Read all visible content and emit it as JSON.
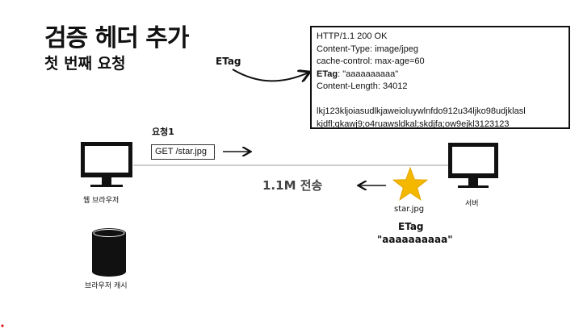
{
  "title": "검증 헤더 추가",
  "subtitle": "첫 번째 요청",
  "response": {
    "lines": [
      {
        "pre": "",
        "bold": "",
        "text": "HTTP/1.1 200 OK"
      },
      {
        "pre": "",
        "bold": "",
        "text": "Content-Type: image/jpeg"
      },
      {
        "pre": "",
        "bold": "",
        "text": "cache-control: max-age=60"
      },
      {
        "pre": "",
        "bold": "ETag",
        "text": ": \"aaaaaaaaaa\""
      },
      {
        "pre": "",
        "bold": "",
        "text": "Content-Length: 34012"
      }
    ],
    "body_lines": [
      "lkj123kljoiasudlkjaweioluywlnfdo912u34ljko98udjklasl",
      "kjdfl;qkawj9;o4ruawsldkal;skdjfa;ow9ejkl3123123"
    ]
  },
  "etag_pointer_label": "ETag",
  "request": {
    "label": "요청1",
    "text": "GET /star.jpg"
  },
  "browser_label": "웹 브라우저",
  "server_label": "서버",
  "cache_label": "브라우저 캐시",
  "transfer_label": "1.1M 전송",
  "star": {
    "label": "star.jpg",
    "etag_label": "ETag",
    "etag_value": "\"aaaaaaaaaa\"",
    "color": "#F5B800"
  }
}
